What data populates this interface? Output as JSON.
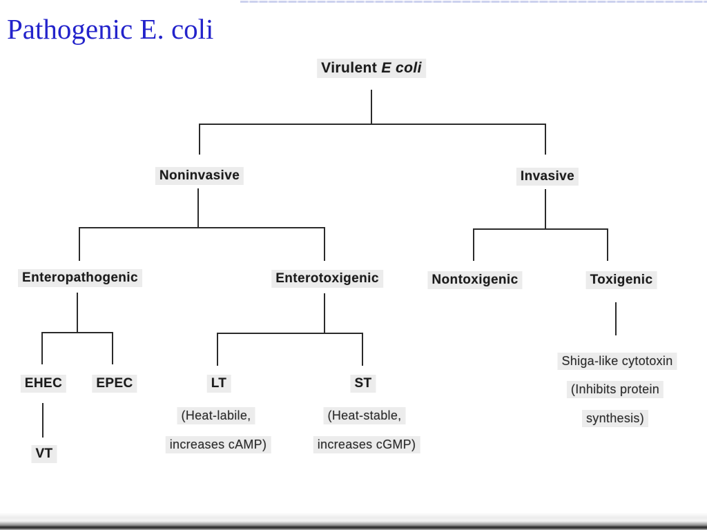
{
  "slide": {
    "title": "Pathogenic E. coli"
  },
  "colors": {
    "title_blue": "#2323cb",
    "diagram_line": "#2a2a2a",
    "label_shade": "#ececec",
    "top_rule": "#ccd1ee"
  },
  "diagram": {
    "root": {
      "prefix": "Virulent ",
      "italic": "E coli"
    },
    "nodes": {
      "noninvasive": "Noninvasive",
      "invasive": "Invasive",
      "enteropathogenic": "Enteropathogenic",
      "enterotoxigenic": "Enterotoxigenic",
      "nontoxigenic": "Nontoxigenic",
      "toxigenic": "Toxigenic",
      "ehec": "EHEC",
      "epec": "EPEC",
      "vt": "VT",
      "lt": "LT",
      "lt_desc1": "(Heat-labile,",
      "lt_desc2": "increases cAMP)",
      "st": "ST",
      "st_desc1": "(Heat-stable,",
      "st_desc2": "increases cGMP)",
      "shiga1": "Shiga-like cytotoxin",
      "shiga2": "(Inhibits protein",
      "shiga3": "synthesis)"
    },
    "hierarchy": {
      "Virulent E coli": [
        "Noninvasive",
        "Invasive"
      ],
      "Noninvasive": [
        "Enteropathogenic",
        "Enterotoxigenic"
      ],
      "Invasive": [
        "Nontoxigenic",
        "Toxigenic"
      ],
      "Enteropathogenic": [
        "EHEC",
        "EPEC"
      ],
      "EHEC": [
        "VT"
      ],
      "Enterotoxigenic": [
        "LT (Heat-labile, increases cAMP)",
        "ST (Heat-stable, increases cGMP)"
      ],
      "Toxigenic": [
        "Shiga-like cytotoxin (Inhibits protein synthesis)"
      ]
    }
  }
}
